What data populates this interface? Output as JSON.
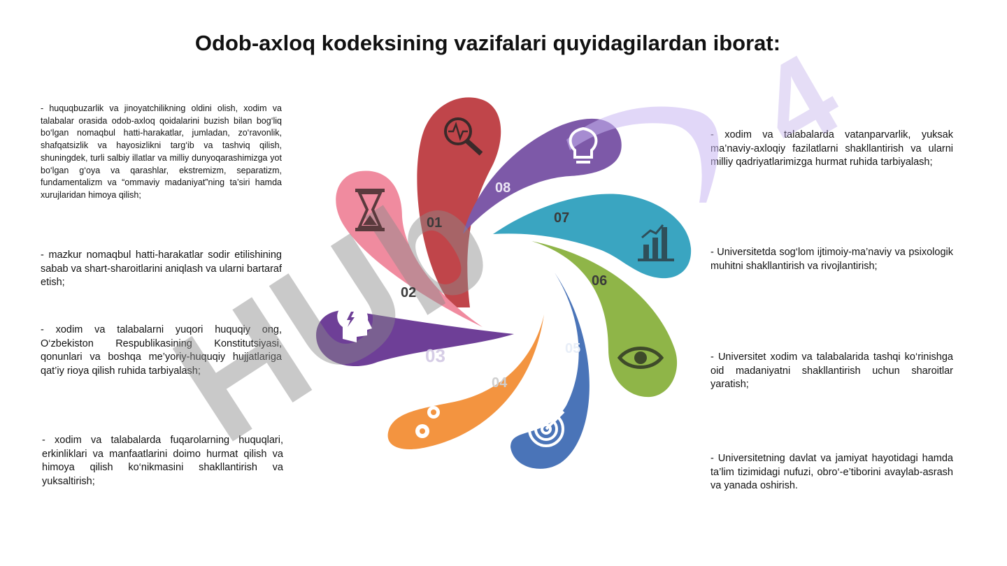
{
  "title": "Odob-axloq kodeksining vazifalari quyidagilardan iborat:",
  "left_items": [
    "- huquqbuzarlik va jinoyatchilikning oldini olish, xodim va talabalar orasida odob-axloq qoidalarini buzish bilan bog‘liq bo‘lgan nomaqbul hatti-harakatlar, jumladan, zo‘ravonlik, shafqatsizlik va hayosizlikni targ‘ib va tashviq qilish, shuningdek, turli salbiy illatlar va milliy dunyoqarashimizga yot bo‘lgan g‘oya va qarashlar, ekstremizm, separatizm, fundamentalizm va “ommaviy madaniyat”ning ta’siri hamda xurujlaridan himoya qilish;",
    "- mazkur nomaqbul hatti-harakatlar sodir etilishining sabab va shart-sharoitlarini aniqlash va ularni bartaraf etish;",
    "- xodim va talabalarni yuqori huquqiy ong, O‘zbekiston Respublikasining Konstitutsiyasi, qonunlari va boshqa me’yoriy-huquqiy hujjatlariga qat’iy rioya qilish ruhida tarbiyalash;",
    "- xodim va talabalarda fuqarolarning huquqlari, erkinliklari va manfaatlarini doimo hurmat qilish va himoya qilish ko‘nikmasini shakllantirish va yuksaltirish;"
  ],
  "right_items": [
    "- xodim va talabalarda vatanparvarlik, yuksak ma’naviy-axloqiy fazilatlarni shakllantirish va ularni milliy qadriyatlarimizga hurmat ruhida tarbiyalash;",
    "- Universitetda sog‘lom ijtimoiy-ma’naviy va psixologik muhitni shakllantirish va rivojlantirish;",
    "- Universitet xodim va talabalarida tashqi ko‘rinishga oid madaniyatni shakllantirish uchun sharoitlar yaratish;",
    "- Universitetning davlat va jamiyat hayotidagi hamda ta’lim tizimidagi nufuzi, obro‘-e’tiborini avaylab-asrash va yanada oshirish."
  ],
  "petals": [
    {
      "number": "01",
      "color": "#c0454a",
      "icon": "search-icon"
    },
    {
      "number": "02",
      "color": "#f08b9f",
      "icon": "hourglass-icon"
    },
    {
      "number": "03",
      "color": "#6e3f97",
      "icon": "idea-head-icon"
    },
    {
      "number": "04",
      "color": "#f39440",
      "icon": "gears-icon"
    },
    {
      "number": "05",
      "color": "#4a74b8",
      "icon": "target-icon"
    },
    {
      "number": "06",
      "color": "#8fb548",
      "icon": "eye-icon"
    },
    {
      "number": "07",
      "color": "#3aa5c1",
      "icon": "chart-icon"
    },
    {
      "number": "08",
      "color": "#7d59a8",
      "icon": "lightbulb-icon"
    }
  ]
}
